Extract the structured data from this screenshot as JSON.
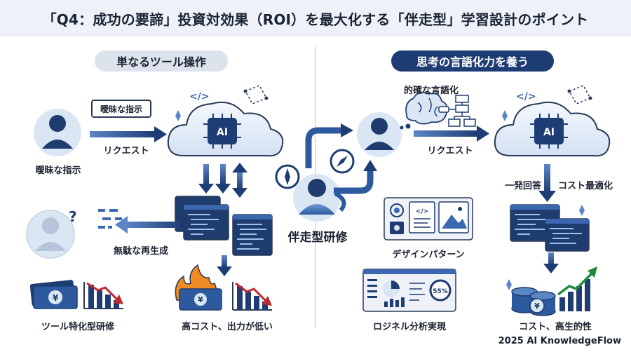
{
  "title": "「Q4：成功の要諦」投資対効果（ROI）を最大化する「伴走型」学習設計のポイント",
  "left_panel": {
    "heading": "単なるツール操作",
    "speech_bubble": "曖昧な指示",
    "user_label": "曖昧な指示",
    "request_label": "リクエスト",
    "regenerate_label": "無駄な再生成",
    "tool_training_label": "ツール特化型研修",
    "high_cost_label": "高コスト、出力が低い",
    "ai_chip_label": "AI",
    "currency_symbol": "¥"
  },
  "center": {
    "label": "伴走型研修"
  },
  "right_panel": {
    "heading": "思考の言語化力を養う",
    "verbalization_label": "的確な言語化",
    "request_label": "リクエスト",
    "one_shot_label": "一発回答",
    "cost_opt_label": "コスト最適化",
    "design_pattern_label": "デザインパターン",
    "logic_analysis_label": "ロジネル分析実現",
    "dashboard_percent": "55%",
    "result_label": "コスト、高生的性",
    "ai_chip_label": "AI",
    "currency_symbol": "¥"
  },
  "footer": "2025 AI KnowledgeFlow",
  "colors": {
    "navy": "#1f3d75",
    "blue": "#3a67b0",
    "light_blue": "#dbe6f5",
    "red": "#c0282d",
    "green": "#1e8a3a",
    "fire": "#f08a24"
  }
}
